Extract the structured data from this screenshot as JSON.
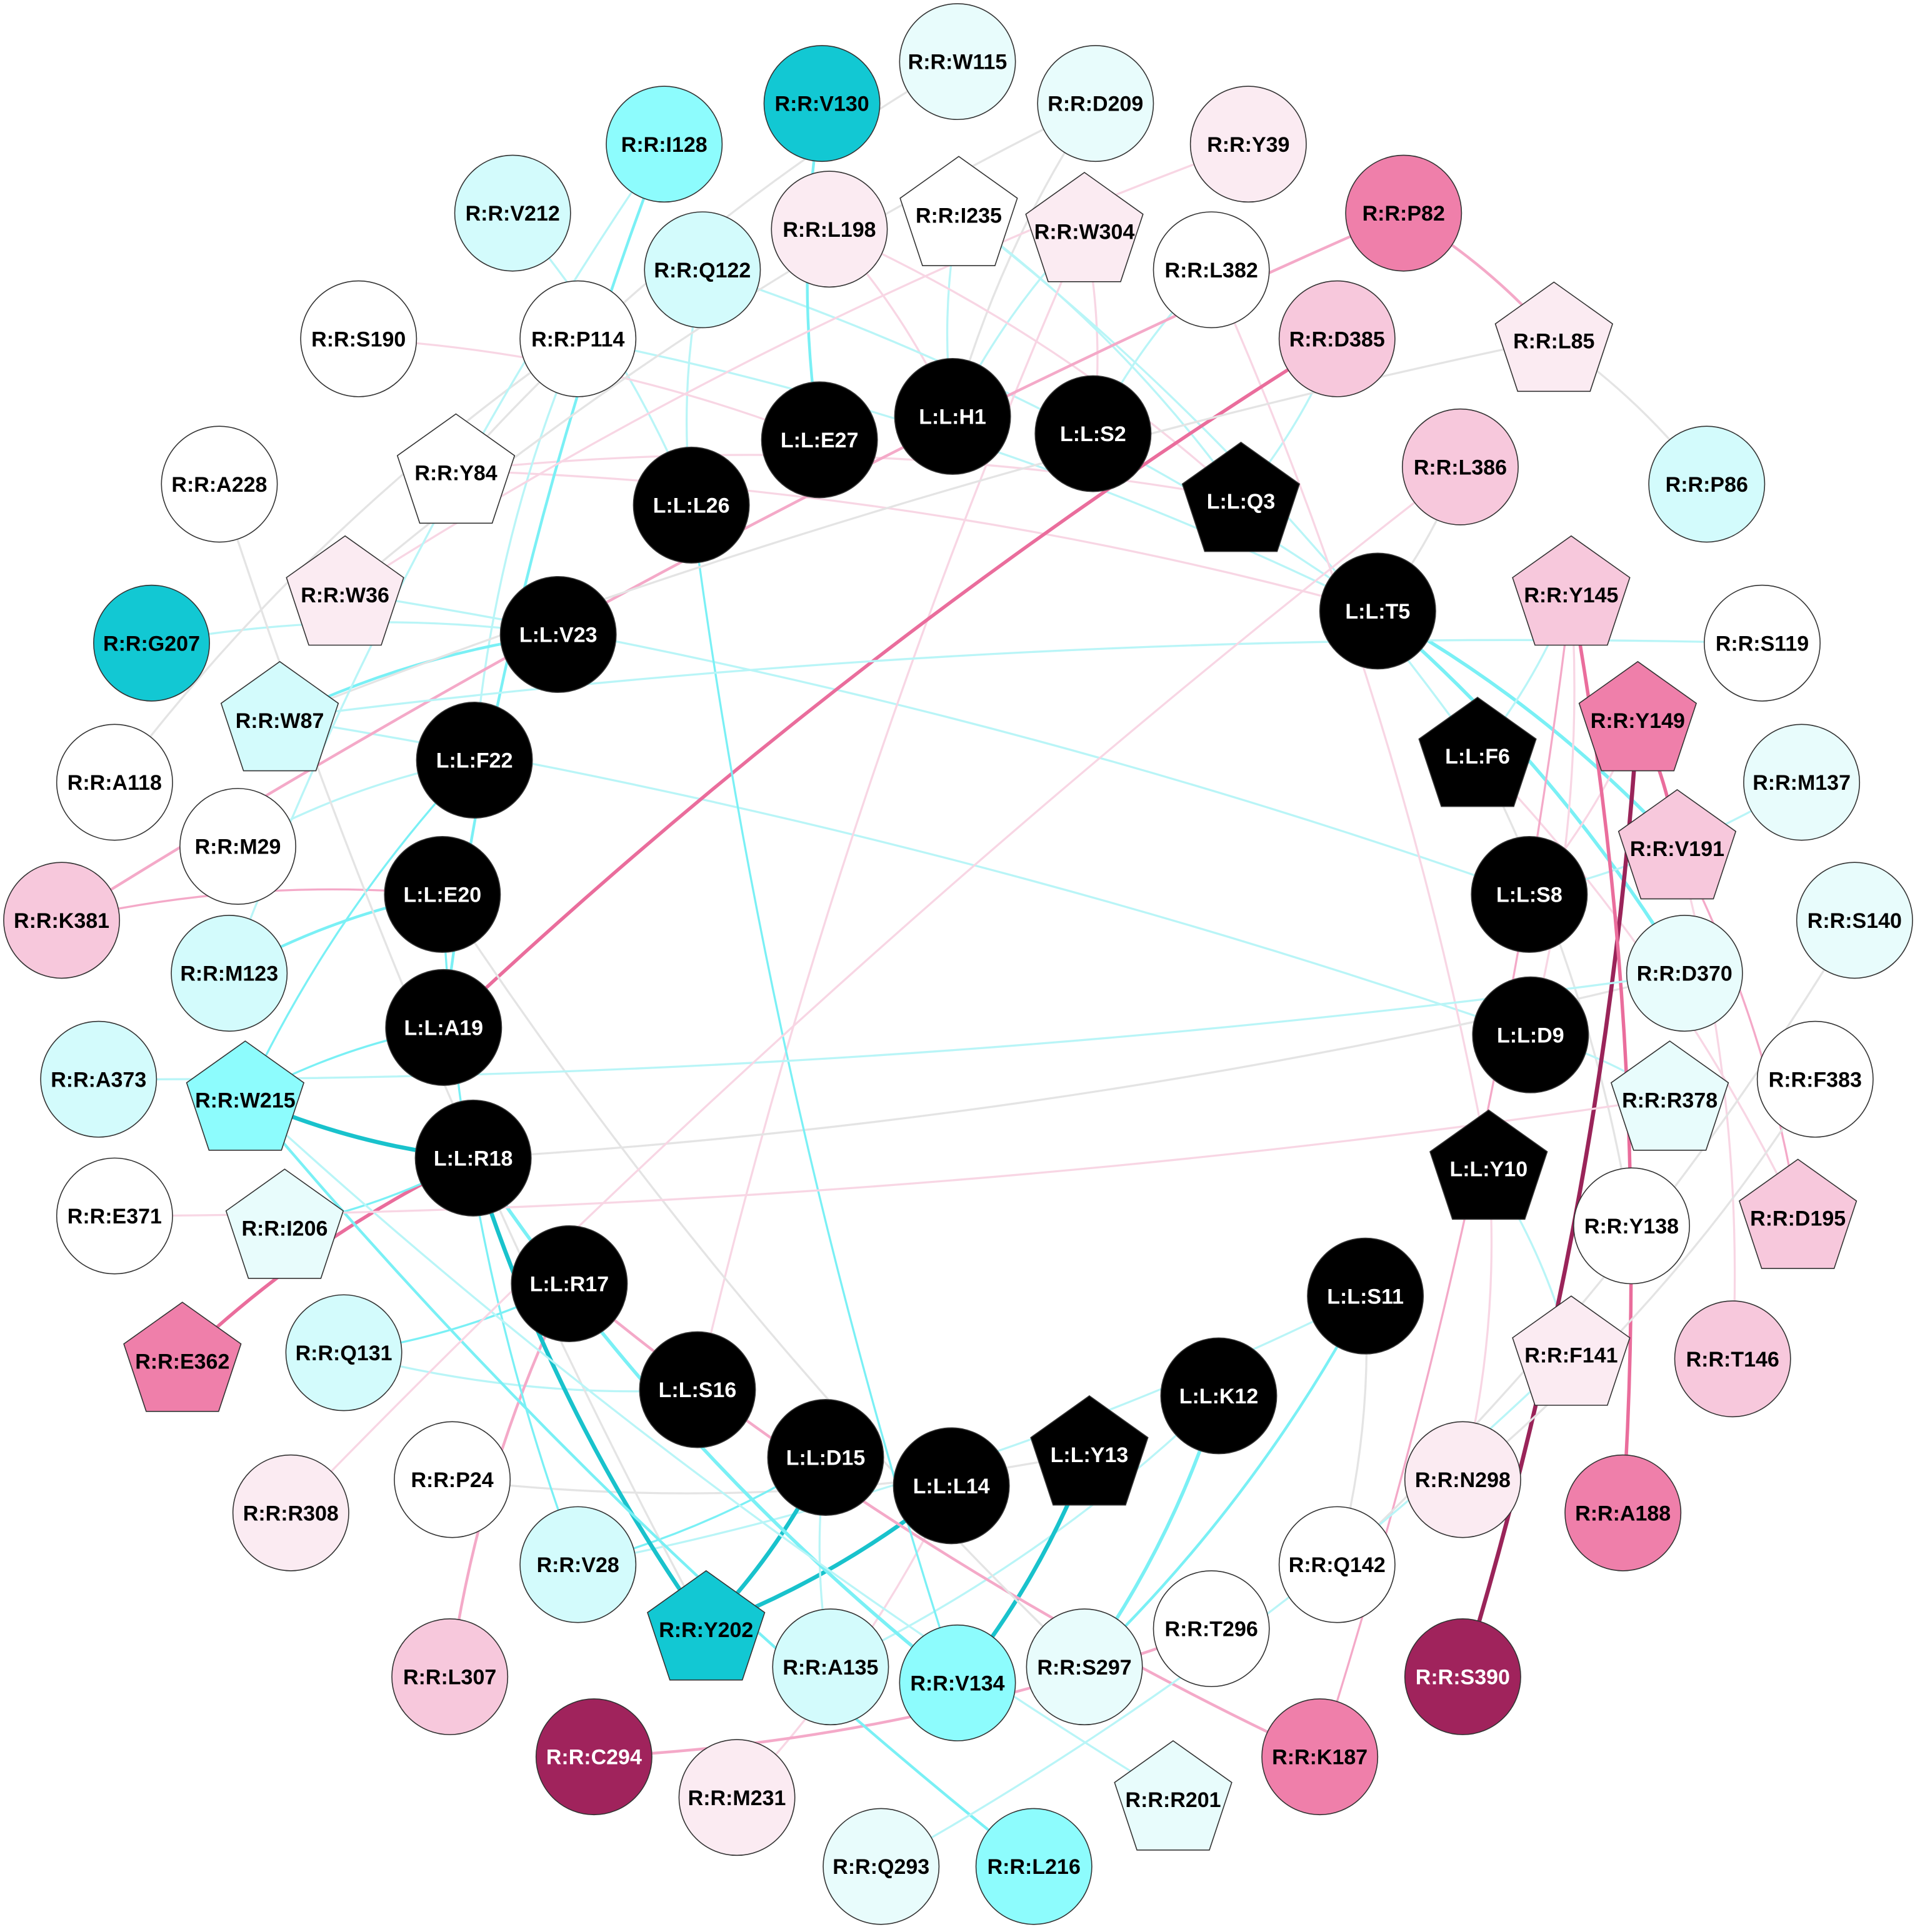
{
  "palette": {
    "white": "#ffffff",
    "cyan_pale": "#e8fcfc",
    "cyan_light": "#d3fbfc",
    "cyan_mid": "#8dfcfd",
    "cyan_dark": "#12c8d3",
    "pink_pale": "#fbebf2",
    "pink_light": "#f7c8dc",
    "pink_mid": "#ef7faa",
    "magenta_dark": "#a0235c",
    "black": "#000000",
    "edge_gray": "#e4e4e4",
    "edge_cyan_light": "#b9f5f7",
    "edge_cyan": "#7af0f5",
    "edge_cyan_dark": "#19c2cc",
    "edge_pink_light": "#f8d6e4",
    "edge_pink": "#f4a9c8",
    "edge_pink_dark": "#ea6d9c",
    "edge_magenta": "#9a2459"
  },
  "nodes": [
    {
      "id": "R:R:W115",
      "shape": "circle",
      "fill": "cyan_pale"
    },
    {
      "id": "R:R:V130",
      "shape": "circle",
      "fill": "cyan_dark"
    },
    {
      "id": "R:R:D209",
      "shape": "circle",
      "fill": "cyan_pale"
    },
    {
      "id": "R:R:I128",
      "shape": "circle",
      "fill": "cyan_mid"
    },
    {
      "id": "R:R:Y39",
      "shape": "circle",
      "fill": "pink_pale"
    },
    {
      "id": "R:R:V212",
      "shape": "circle",
      "fill": "cyan_light"
    },
    {
      "id": "R:R:L198",
      "shape": "circle",
      "fill": "pink_pale"
    },
    {
      "id": "R:R:I235",
      "shape": "pentagon",
      "fill": "white"
    },
    {
      "id": "R:R:W304",
      "shape": "pentagon",
      "fill": "pink_pale"
    },
    {
      "id": "R:R:P82",
      "shape": "circle",
      "fill": "pink_mid"
    },
    {
      "id": "R:R:Q122",
      "shape": "circle",
      "fill": "cyan_light"
    },
    {
      "id": "R:R:L382",
      "shape": "circle",
      "fill": "white"
    },
    {
      "id": "R:R:S190",
      "shape": "circle",
      "fill": "white"
    },
    {
      "id": "R:R:P114",
      "shape": "circle",
      "fill": "white"
    },
    {
      "id": "R:R:D385",
      "shape": "circle",
      "fill": "pink_light"
    },
    {
      "id": "R:R:L85",
      "shape": "pentagon",
      "fill": "pink_pale"
    },
    {
      "id": "L:L:H1",
      "shape": "circle",
      "fill": "black"
    },
    {
      "id": "L:L:S2",
      "shape": "circle",
      "fill": "black"
    },
    {
      "id": "L:L:E27",
      "shape": "circle",
      "fill": "black"
    },
    {
      "id": "R:R:Y84",
      "shape": "pentagon",
      "fill": "white"
    },
    {
      "id": "R:R:L386",
      "shape": "circle",
      "fill": "pink_light"
    },
    {
      "id": "R:R:P86",
      "shape": "circle",
      "fill": "cyan_light"
    },
    {
      "id": "R:R:A228",
      "shape": "circle",
      "fill": "white"
    },
    {
      "id": "L:L:Q3",
      "shape": "pentagon",
      "fill": "black"
    },
    {
      "id": "L:L:L26",
      "shape": "circle",
      "fill": "black"
    },
    {
      "id": "R:R:W36",
      "shape": "pentagon",
      "fill": "pink_pale"
    },
    {
      "id": "R:R:Y145",
      "shape": "pentagon",
      "fill": "pink_light"
    },
    {
      "id": "L:L:T5",
      "shape": "circle",
      "fill": "black"
    },
    {
      "id": "R:R:G207",
      "shape": "circle",
      "fill": "cyan_dark"
    },
    {
      "id": "L:L:V23",
      "shape": "circle",
      "fill": "black"
    },
    {
      "id": "R:R:S119",
      "shape": "circle",
      "fill": "white"
    },
    {
      "id": "R:R:W87",
      "shape": "pentagon",
      "fill": "cyan_light"
    },
    {
      "id": "R:R:Y149",
      "shape": "pentagon",
      "fill": "pink_mid"
    },
    {
      "id": "L:L:F6",
      "shape": "pentagon",
      "fill": "black"
    },
    {
      "id": "L:L:F22",
      "shape": "circle",
      "fill": "black"
    },
    {
      "id": "R:R:A118",
      "shape": "circle",
      "fill": "white"
    },
    {
      "id": "R:R:M137",
      "shape": "circle",
      "fill": "cyan_pale"
    },
    {
      "id": "R:R:M29",
      "shape": "circle",
      "fill": "white"
    },
    {
      "id": "R:R:V191",
      "shape": "pentagon",
      "fill": "pink_light"
    },
    {
      "id": "L:L:E20",
      "shape": "circle",
      "fill": "black"
    },
    {
      "id": "L:L:S8",
      "shape": "circle",
      "fill": "black"
    },
    {
      "id": "R:R:K381",
      "shape": "circle",
      "fill": "pink_light"
    },
    {
      "id": "R:R:S140",
      "shape": "circle",
      "fill": "cyan_pale"
    },
    {
      "id": "R:R:M123",
      "shape": "circle",
      "fill": "cyan_light"
    },
    {
      "id": "R:R:D370",
      "shape": "circle",
      "fill": "cyan_pale"
    },
    {
      "id": "L:L:A19",
      "shape": "circle",
      "fill": "black"
    },
    {
      "id": "L:L:D9",
      "shape": "circle",
      "fill": "black"
    },
    {
      "id": "R:R:A373",
      "shape": "circle",
      "fill": "cyan_light"
    },
    {
      "id": "R:R:F383",
      "shape": "circle",
      "fill": "white"
    },
    {
      "id": "R:R:W215",
      "shape": "pentagon",
      "fill": "cyan_mid"
    },
    {
      "id": "R:R:R378",
      "shape": "pentagon",
      "fill": "cyan_pale"
    },
    {
      "id": "L:L:R18",
      "shape": "circle",
      "fill": "black"
    },
    {
      "id": "L:L:Y10",
      "shape": "pentagon",
      "fill": "black"
    },
    {
      "id": "R:R:E371",
      "shape": "circle",
      "fill": "white"
    },
    {
      "id": "R:R:I206",
      "shape": "pentagon",
      "fill": "cyan_pale"
    },
    {
      "id": "R:R:D195",
      "shape": "pentagon",
      "fill": "pink_light"
    },
    {
      "id": "R:R:Y138",
      "shape": "circle",
      "fill": "white"
    },
    {
      "id": "L:L:R17",
      "shape": "circle",
      "fill": "black"
    },
    {
      "id": "L:L:S11",
      "shape": "circle",
      "fill": "black"
    },
    {
      "id": "R:R:E362",
      "shape": "pentagon",
      "fill": "pink_mid"
    },
    {
      "id": "R:R:Q131",
      "shape": "circle",
      "fill": "cyan_light"
    },
    {
      "id": "R:R:F141",
      "shape": "pentagon",
      "fill": "pink_pale"
    },
    {
      "id": "R:R:T146",
      "shape": "circle",
      "fill": "pink_light"
    },
    {
      "id": "L:L:S16",
      "shape": "circle",
      "fill": "black"
    },
    {
      "id": "L:L:K12",
      "shape": "circle",
      "fill": "black"
    },
    {
      "id": "L:L:D15",
      "shape": "circle",
      "fill": "black"
    },
    {
      "id": "L:L:Y13",
      "shape": "pentagon",
      "fill": "black"
    },
    {
      "id": "L:L:L14",
      "shape": "circle",
      "fill": "black"
    },
    {
      "id": "R:R:R308",
      "shape": "circle",
      "fill": "pink_pale"
    },
    {
      "id": "R:R:P24",
      "shape": "circle",
      "fill": "white"
    },
    {
      "id": "R:R:N298",
      "shape": "circle",
      "fill": "pink_pale"
    },
    {
      "id": "R:R:A188",
      "shape": "circle",
      "fill": "pink_mid"
    },
    {
      "id": "R:R:V28",
      "shape": "circle",
      "fill": "cyan_light"
    },
    {
      "id": "R:R:Q142",
      "shape": "circle",
      "fill": "white"
    },
    {
      "id": "R:R:Y202",
      "shape": "pentagon",
      "fill": "cyan_dark"
    },
    {
      "id": "R:R:T296",
      "shape": "circle",
      "fill": "white"
    },
    {
      "id": "R:R:A135",
      "shape": "circle",
      "fill": "cyan_light"
    },
    {
      "id": "R:R:S297",
      "shape": "circle",
      "fill": "cyan_pale"
    },
    {
      "id": "R:R:L307",
      "shape": "circle",
      "fill": "pink_light"
    },
    {
      "id": "R:R:V134",
      "shape": "circle",
      "fill": "cyan_mid"
    },
    {
      "id": "R:R:S390",
      "shape": "circle",
      "fill": "magenta_dark"
    },
    {
      "id": "R:R:C294",
      "shape": "circle",
      "fill": "magenta_dark"
    },
    {
      "id": "R:R:K187",
      "shape": "circle",
      "fill": "pink_mid"
    },
    {
      "id": "R:R:M231",
      "shape": "circle",
      "fill": "pink_pale"
    },
    {
      "id": "R:R:R201",
      "shape": "pentagon",
      "fill": "cyan_pale"
    },
    {
      "id": "R:R:Q293",
      "shape": "circle",
      "fill": "cyan_pale"
    },
    {
      "id": "R:R:L216",
      "shape": "circle",
      "fill": "cyan_mid"
    }
  ],
  "edges": [
    {
      "from": "L:L:H1",
      "to": "R:R:I235",
      "color": "edge_cyan_light",
      "weight": 3
    },
    {
      "from": "L:L:H1",
      "to": "R:R:W304",
      "color": "edge_cyan_light",
      "weight": 3
    },
    {
      "from": "L:L:H1",
      "to": "R:R:L198",
      "color": "edge_pink_light",
      "weight": 3
    },
    {
      "from": "L:L:H1",
      "to": "R:R:D209",
      "color": "edge_gray",
      "weight": 3
    },
    {
      "from": "L:L:S2",
      "to": "R:R:W304",
      "color": "edge_pink_light",
      "weight": 3
    },
    {
      "from": "L:L:S2",
      "to": "R:R:L382",
      "color": "edge_cyan_light",
      "weight": 3
    },
    {
      "from": "L:L:Q3",
      "to": "R:R:Y84",
      "color": "edge_pink_light",
      "weight": 3
    },
    {
      "from": "L:L:Q3",
      "to": "R:R:I235",
      "color": "edge_cyan_light",
      "weight": 3
    },
    {
      "from": "L:L:Q3",
      "to": "R:R:D385",
      "color": "edge_cyan_light",
      "weight": 3
    },
    {
      "from": "L:L:Q3",
      "to": "R:R:L198",
      "color": "edge_pink_light",
      "weight": 3
    },
    {
      "from": "L:L:T5",
      "to": "R:R:V191",
      "color": "edge_cyan",
      "weight": 5
    },
    {
      "from": "L:L:T5",
      "to": "R:R:D370",
      "color": "edge_cyan",
      "weight": 5
    },
    {
      "from": "L:L:T5",
      "to": "R:R:P114",
      "color": "edge_cyan_light",
      "weight": 3
    },
    {
      "from": "L:L:T5",
      "to": "R:R:Q122",
      "color": "edge_cyan_light",
      "weight": 3
    },
    {
      "from": "L:L:T5",
      "to": "R:R:Y84",
      "color": "edge_pink_light",
      "weight": 3
    },
    {
      "from": "L:L:T5",
      "to": "R:R:L386",
      "color": "edge_gray",
      "weight": 3
    },
    {
      "from": "L:L:F6",
      "to": "R:R:Y145",
      "color": "edge_cyan_light",
      "weight": 3
    },
    {
      "from": "L:L:F6",
      "to": "R:R:I235",
      "color": "edge_cyan_light",
      "weight": 3
    },
    {
      "from": "L:L:F6",
      "to": "R:R:D195",
      "color": "edge_pink_light",
      "weight": 3
    },
    {
      "from": "L:L:F6",
      "to": "R:R:Y138",
      "color": "edge_gray",
      "weight": 3
    },
    {
      "from": "L:L:S8",
      "to": "R:R:Y149",
      "color": "edge_pink_light",
      "weight": 3
    },
    {
      "from": "L:L:S8",
      "to": "R:R:W36",
      "color": "edge_cyan_light",
      "weight": 3
    },
    {
      "from": "L:L:S8",
      "to": "R:R:M137",
      "color": "edge_cyan_light",
      "weight": 3
    },
    {
      "from": "L:L:D9",
      "to": "R:R:R378",
      "color": "edge_cyan_light",
      "weight": 3
    },
    {
      "from": "L:L:D9",
      "to": "R:R:Y145",
      "color": "edge_pink_light",
      "weight": 3
    },
    {
      "from": "L:L:D9",
      "to": "R:R:W87",
      "color": "edge_cyan_light",
      "weight": 3
    },
    {
      "from": "L:L:Y10",
      "to": "R:R:F141",
      "color": "edge_cyan_light",
      "weight": 3
    },
    {
      "from": "L:L:Y10",
      "to": "R:R:N298",
      "color": "edge_pink_light",
      "weight": 3
    },
    {
      "from": "L:L:Y10",
      "to": "R:R:L382",
      "color": "edge_pink_light",
      "weight": 3
    },
    {
      "from": "L:L:S11",
      "to": "R:R:S297",
      "color": "edge_cyan",
      "weight": 4
    },
    {
      "from": "L:L:S11",
      "to": "R:R:V28",
      "color": "edge_cyan_light",
      "weight": 3
    },
    {
      "from": "L:L:S11",
      "to": "R:R:Q142",
      "color": "edge_gray",
      "weight": 3
    },
    {
      "from": "L:L:K12",
      "to": "R:R:S297",
      "color": "edge_cyan",
      "weight": 5
    },
    {
      "from": "L:L:K12",
      "to": "R:R:A135",
      "color": "edge_cyan_light",
      "weight": 3
    },
    {
      "from": "L:L:Y13",
      "to": "R:R:V134",
      "color": "edge_cyan_dark",
      "weight": 6
    },
    {
      "from": "L:L:Y13",
      "to": "R:R:P24",
      "color": "edge_gray",
      "weight": 3
    },
    {
      "from": "L:L:L14",
      "to": "R:R:Y202",
      "color": "edge_cyan_dark",
      "weight": 6
    },
    {
      "from": "L:L:L14",
      "to": "R:R:M231",
      "color": "edge_pink_light",
      "weight": 3
    },
    {
      "from": "L:L:D15",
      "to": "R:R:Y202",
      "color": "edge_cyan_dark",
      "weight": 6
    },
    {
      "from": "L:L:D15",
      "to": "R:R:V28",
      "color": "edge_cyan",
      "weight": 3
    },
    {
      "from": "L:L:D15",
      "to": "R:R:A135",
      "color": "edge_cyan_light",
      "weight": 3
    },
    {
      "from": "L:L:S16",
      "to": "R:R:Q131",
      "color": "edge_cyan_light",
      "weight": 3
    },
    {
      "from": "L:L:S16",
      "to": "R:R:W304",
      "color": "edge_pink_light",
      "weight": 3
    },
    {
      "from": "L:L:R17",
      "to": "R:R:Q131",
      "color": "edge_cyan",
      "weight": 3
    },
    {
      "from": "L:L:R17",
      "to": "R:R:L307",
      "color": "edge_pink",
      "weight": 4
    },
    {
      "from": "L:L:R17",
      "to": "R:R:K187",
      "color": "edge_pink",
      "weight": 4
    },
    {
      "from": "L:L:R18",
      "to": "R:R:Y202",
      "color": "edge_cyan_dark",
      "weight": 6
    },
    {
      "from": "L:L:R18",
      "to": "R:R:W215",
      "color": "edge_cyan_dark",
      "weight": 6
    },
    {
      "from": "L:L:R18",
      "to": "R:R:E362",
      "color": "edge_pink_dark",
      "weight": 5
    },
    {
      "from": "L:L:R18",
      "to": "R:R:I206",
      "color": "edge_cyan",
      "weight": 3
    },
    {
      "from": "L:L:R18",
      "to": "R:R:V134",
      "color": "edge_cyan",
      "weight": 5
    },
    {
      "from": "L:L:R18",
      "to": "R:R:D370",
      "color": "edge_gray",
      "weight": 3
    },
    {
      "from": "L:L:A19",
      "to": "R:R:I128",
      "color": "edge_cyan",
      "weight": 4
    },
    {
      "from": "L:L:A19",
      "to": "R:R:D385",
      "color": "edge_pink_dark",
      "weight": 5
    },
    {
      "from": "L:L:A19",
      "to": "R:R:W215",
      "color": "edge_cyan",
      "weight": 3
    },
    {
      "from": "L:L:E20",
      "to": "R:R:M123",
      "color": "edge_cyan",
      "weight": 4
    },
    {
      "from": "L:L:E20",
      "to": "R:R:V28",
      "color": "edge_cyan",
      "weight": 3
    },
    {
      "from": "L:L:E20",
      "to": "R:R:K381",
      "color": "edge_pink",
      "weight": 3
    },
    {
      "from": "L:L:E20",
      "to": "R:R:S297",
      "color": "edge_gray",
      "weight": 3
    },
    {
      "from": "L:L:F22",
      "to": "R:R:W215",
      "color": "edge_cyan",
      "weight": 3
    },
    {
      "from": "L:L:F22",
      "to": "R:R:M29",
      "color": "edge_cyan_light",
      "weight": 3
    },
    {
      "from": "L:L:F22",
      "to": "R:R:P114",
      "color": "edge_cyan_light",
      "weight": 3
    },
    {
      "from": "L:L:V23",
      "to": "R:R:W87",
      "color": "edge_cyan",
      "weight": 4
    },
    {
      "from": "L:L:V23",
      "to": "R:R:G207",
      "color": "edge_cyan_light",
      "weight": 3
    },
    {
      "from": "L:L:L26",
      "to": "R:R:Q122",
      "color": "edge_cyan_light",
      "weight": 3
    },
    {
      "from": "L:L:L26",
      "to": "R:R:V212",
      "color": "edge_cyan_light",
      "weight": 3
    },
    {
      "from": "L:L:L26",
      "to": "R:R:V134",
      "color": "edge_cyan",
      "weight": 3
    },
    {
      "from": "L:L:E27",
      "to": "R:R:V130",
      "color": "edge_cyan",
      "weight": 4
    },
    {
      "from": "L:L:E27",
      "to": "R:R:S190",
      "color": "edge_pink_light",
      "weight": 3
    },
    {
      "from": "R:R:Y149",
      "to": "R:R:S390",
      "color": "edge_magenta",
      "weight": 6
    },
    {
      "from": "R:R:Y149",
      "to": "R:R:V191",
      "color": "edge_pink_dark",
      "weight": 5
    },
    {
      "from": "R:R:Y145",
      "to": "R:R:A188",
      "color": "edge_pink_dark",
      "weight": 5
    },
    {
      "from": "R:R:Y145",
      "to": "R:R:K187",
      "color": "edge_pink",
      "weight": 3
    },
    {
      "from": "R:R:P82",
      "to": "R:R:L85",
      "color": "edge_pink",
      "weight": 4
    },
    {
      "from": "R:R:P82",
      "to": "R:R:K381",
      "color": "edge_pink",
      "weight": 4
    },
    {
      "from": "R:R:C294",
      "to": "R:R:T296",
      "color": "edge_pink",
      "weight": 4
    },
    {
      "from": "R:R:Y39",
      "to": "R:R:W36",
      "color": "edge_pink_light",
      "weight": 3
    },
    {
      "from": "R:R:V191",
      "to": "R:R:D195",
      "color": "edge_pink",
      "weight": 3
    },
    {
      "from": "R:R:V191",
      "to": "R:R:T146",
      "color": "edge_pink_light",
      "weight": 3
    },
    {
      "from": "R:R:W115",
      "to": "R:R:Y84",
      "color": "edge_gray",
      "weight": 3
    },
    {
      "from": "R:R:D209",
      "to": "R:R:W36",
      "color": "edge_gray",
      "weight": 3
    },
    {
      "from": "R:R:L85",
      "to": "R:R:P86",
      "color": "edge_gray",
      "weight": 3
    },
    {
      "from": "R:R:L85",
      "to": "R:R:W87",
      "color": "edge_gray",
      "weight": 3
    },
    {
      "from": "R:R:P114",
      "to": "R:R:A118",
      "color": "edge_gray",
      "weight": 3
    },
    {
      "from": "R:R:A228",
      "to": "R:R:Y202",
      "color": "edge_gray",
      "weight": 3
    },
    {
      "from": "R:R:S140",
      "to": "R:R:Q142",
      "color": "edge_gray",
      "weight": 3
    },
    {
      "from": "R:R:F383",
      "to": "R:R:N298",
      "color": "edge_gray",
      "weight": 3
    },
    {
      "from": "R:R:D370",
      "to": "R:R:A373",
      "color": "edge_cyan_light",
      "weight": 3
    },
    {
      "from": "R:R:W215",
      "to": "R:R:L216",
      "color": "edge_cyan",
      "weight": 4
    },
    {
      "from": "R:R:W215",
      "to": "R:R:R201",
      "color": "edge_cyan_light",
      "weight": 3
    },
    {
      "from": "R:R:R378",
      "to": "R:R:E371",
      "color": "edge_pink_light",
      "weight": 3
    },
    {
      "from": "R:R:F141",
      "to": "R:R:Q293",
      "color": "edge_cyan_light",
      "weight": 3
    },
    {
      "from": "R:R:S119",
      "to": "R:R:W87",
      "color": "edge_cyan_light",
      "weight": 3
    },
    {
      "from": "R:R:R308",
      "to": "R:R:L386",
      "color": "edge_pink_light",
      "weight": 3
    },
    {
      "from": "R:R:M123",
      "to": "R:R:I128",
      "color": "edge_cyan_light",
      "weight": 3
    }
  ]
}
